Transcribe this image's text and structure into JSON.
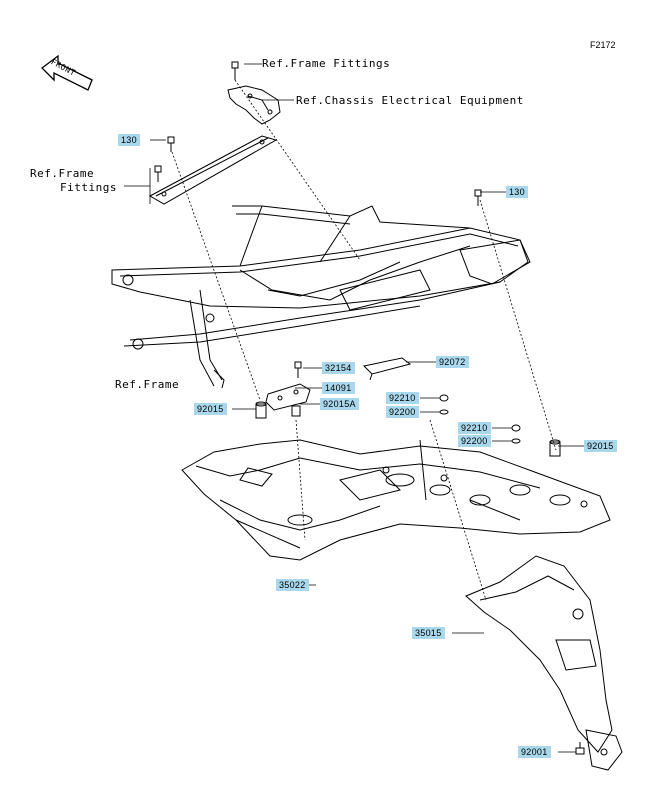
{
  "figure_code": "F2172",
  "front_label": "FRONT",
  "references": {
    "frame_fittings_top": "Ref.Frame Fittings",
    "chassis_electrical": "Ref.Chassis Electrical Equipment",
    "frame_fittings_left_line1": "Ref.Frame",
    "frame_fittings_left_line2": "Fittings",
    "frame": "Ref.Frame"
  },
  "parts": [
    {
      "id": "p130a",
      "number": "130"
    },
    {
      "id": "p130b",
      "number": "130"
    },
    {
      "id": "p32154",
      "number": "32154"
    },
    {
      "id": "p92072",
      "number": "92072"
    },
    {
      "id": "p14091",
      "number": "14091"
    },
    {
      "id": "p92015a",
      "number": "92015"
    },
    {
      "id": "p92015A",
      "number": "92015A"
    },
    {
      "id": "p92210a",
      "number": "92210"
    },
    {
      "id": "p92200a",
      "number": "92200"
    },
    {
      "id": "p92210b",
      "number": "92210"
    },
    {
      "id": "p92200b",
      "number": "92200"
    },
    {
      "id": "p92015b",
      "number": "92015"
    },
    {
      "id": "p35022",
      "number": "35022"
    },
    {
      "id": "p35015",
      "number": "35015"
    },
    {
      "id": "p92001",
      "number": "92001"
    }
  ]
}
